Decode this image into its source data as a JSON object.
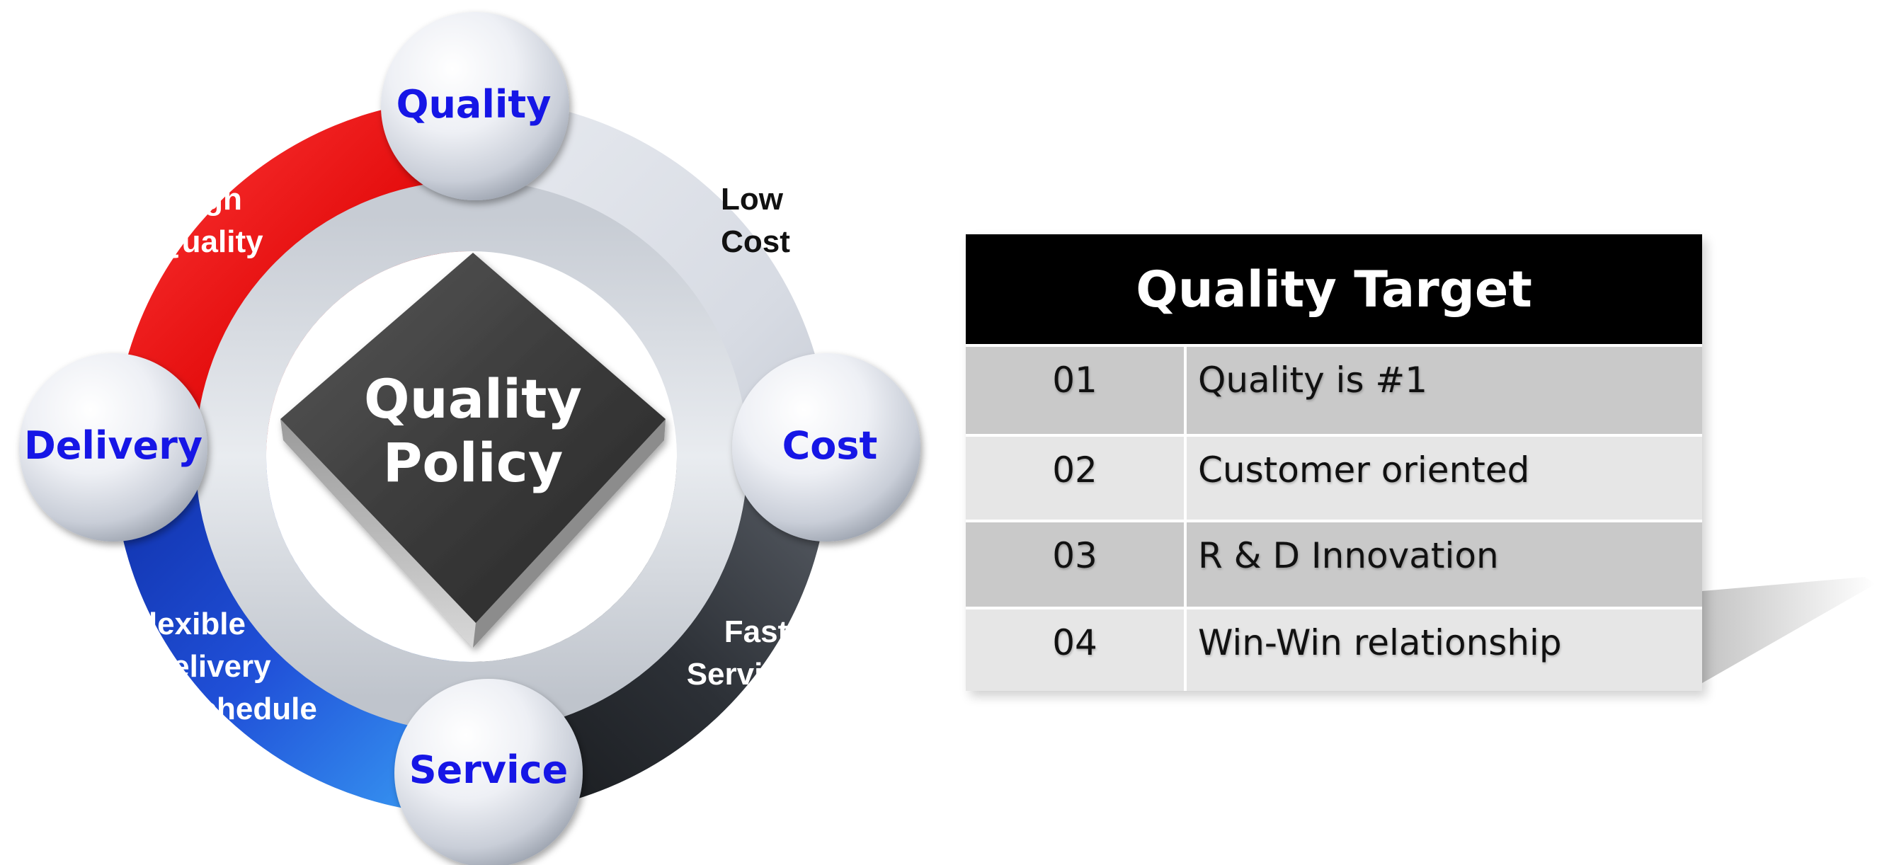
{
  "diagram": {
    "center": {
      "line1": "Quality",
      "line2": "Policy"
    },
    "nodes": {
      "top": "Quality",
      "right": "Cost",
      "bottom": "Service",
      "left": "Delivery"
    },
    "segments": {
      "top_left": [
        "High",
        "Quality"
      ],
      "top_right": [
        "Low",
        "Cost"
      ],
      "bottom_right": [
        "Fast",
        "Service"
      ],
      "bottom_left": [
        "Flexible",
        "Delivery",
        "Schedule"
      ]
    },
    "colors": {
      "red": "#e81010",
      "blue": "#1f4fd0",
      "dark": "#2e3238",
      "silver": "#dfe3ea",
      "node_text": "#1616e6"
    }
  },
  "table": {
    "title": "Quality Target",
    "rows": [
      {
        "num": "01",
        "text": "Quality is #1"
      },
      {
        "num": "02",
        "text": "Customer oriented"
      },
      {
        "num": "03",
        "text": "R & D Innovation"
      },
      {
        "num": "04",
        "text": "Win-Win relationship"
      }
    ]
  }
}
